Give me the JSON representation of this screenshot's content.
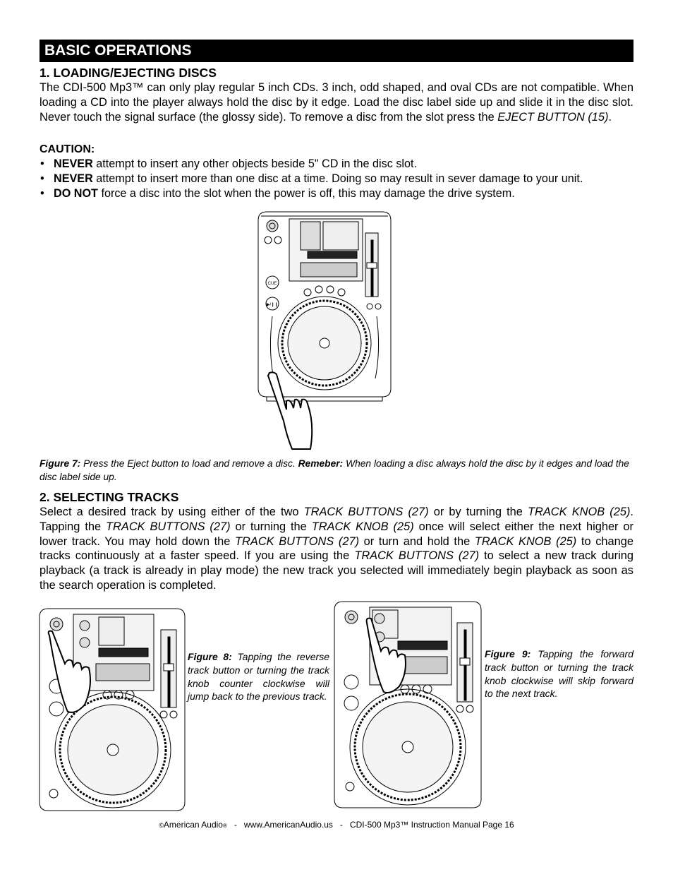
{
  "header": {
    "title": "BASIC OPERATIONS"
  },
  "section1": {
    "heading": "1.  LOADING/EJECTING DISCS",
    "para_a": "The CDI-500 Mp3™ can only play regular 5 inch CDs. 3 inch, odd shaped, and oval CDs are not compatible. When loading a CD into the player always hold the disc by it edge. Load the disc label side up and slide it in the disc slot. Never touch the signal surface (the glossy side). To remove a disc from the slot press the ",
    "para_em": "EJECT BUTTON (15)",
    "para_end": ".",
    "caution_label": "CAUTION:",
    "bullets": [
      {
        "strong": "NEVER",
        "text": " attempt to insert any other objects beside 5\" CD in the disc slot."
      },
      {
        "strong": "NEVER",
        "text": " attempt to insert more than one disc at a time. Doing so may result in sever damage to your unit."
      },
      {
        "strong": "DO NOT",
        "text": " force a disc into the slot when the power is off, this may damage the drive system."
      }
    ],
    "figure7": {
      "label": "Figure 7:",
      "text1": " Press the Eject button to load and remove a disc. ",
      "bold2": "Remeber:",
      "text2": " When loading a disc always hold the disc by it edges and load the disc label side up."
    }
  },
  "section2": {
    "heading": "2. SELECTING TRACKS",
    "parts": [
      {
        "t": "Select a desired track by using either of the two "
      },
      {
        "i": "TRACK BUTTONS (27)"
      },
      {
        "t": " or by turning the "
      },
      {
        "i": "TRACK KNOB (25)"
      },
      {
        "t": ". Tapping the "
      },
      {
        "i": "TRACK BUTTONS (27)"
      },
      {
        "t": " or turning the "
      },
      {
        "i": "TRACK KNOB (25)"
      },
      {
        "t": " once will select either the next higher or lower track. You may hold down the "
      },
      {
        "i": "TRACK BUTTONS (27)"
      },
      {
        "t": " or turn and hold the "
      },
      {
        "i": "TRACK KNOB (25)"
      },
      {
        "t": " to change tracks continuously at a faster speed. If you are using the "
      },
      {
        "i": "TRACK BUTTONS (27)"
      },
      {
        "t": " to select a new track during playback (a track is already in play mode) the new track you selected will immediately begin playback as soon as the search operation is completed."
      }
    ],
    "figure8": {
      "label": "Figure 8:",
      "text": " Tapping the reverse track button or turning the track knob counter clockwise will jump back to the previous track."
    },
    "figure9": {
      "label": "Figure 9:",
      "text": " Tapping the forward track button or turning the track knob clockwise  will skip forward to the next track."
    }
  },
  "device_labels": {
    "cue": "CUE",
    "play": "▶/❙❙"
  },
  "footer": {
    "copyright": "©",
    "brand": "American Audio",
    "registered": "®",
    "rest": "   -   www.AmericanAudio.us   -   CDI-500 Mp3™ Instruction Manual Page 16"
  }
}
